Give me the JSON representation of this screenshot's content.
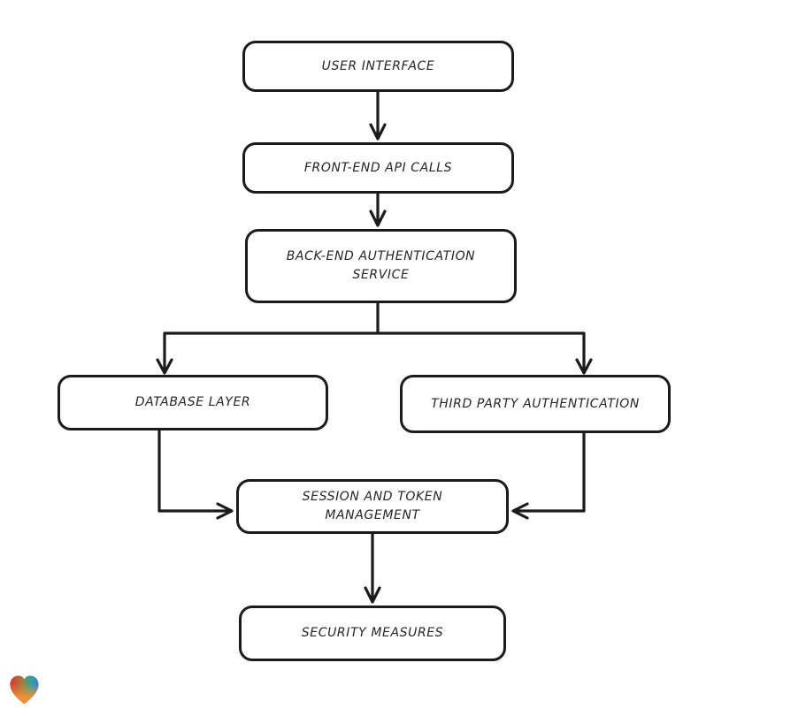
{
  "diagram": {
    "type": "flowchart",
    "nodes": [
      {
        "id": "user-interface",
        "label": "USER INTERFACE"
      },
      {
        "id": "front-end-api-calls",
        "label": "FRONT-END API CALLS"
      },
      {
        "id": "back-end-authentication-service",
        "label": "BACK-END AUTHENTICATION SERVICE"
      },
      {
        "id": "database-layer",
        "label": "DATABASE LAYER"
      },
      {
        "id": "third-party-authentication",
        "label": "THIRD PARTY AUTHENTICATION"
      },
      {
        "id": "session-and-token-management",
        "label": "SESSION AND TOKEN MANAGEMENT"
      },
      {
        "id": "security-measures",
        "label": "SECURITY MEASURES"
      }
    ],
    "edges": [
      {
        "from": "user-interface",
        "to": "front-end-api-calls"
      },
      {
        "from": "front-end-api-calls",
        "to": "back-end-authentication-service"
      },
      {
        "from": "back-end-authentication-service",
        "to": "database-layer"
      },
      {
        "from": "back-end-authentication-service",
        "to": "third-party-authentication"
      },
      {
        "from": "database-layer",
        "to": "session-and-token-management"
      },
      {
        "from": "third-party-authentication",
        "to": "session-and-token-management"
      },
      {
        "from": "session-and-token-management",
        "to": "security-measures"
      }
    ],
    "style": {
      "node_fill": "#ffffff",
      "stroke_color": "#1b1b1b",
      "background": "#ffffff",
      "text_color": "#262626"
    }
  },
  "branding": {
    "logo_name": "gradient-heart-logo",
    "logo_colors": {
      "red": "#e6312b",
      "teal": "#2ba69b",
      "blue": "#3a7fd5",
      "orange": "#f0913a"
    }
  }
}
